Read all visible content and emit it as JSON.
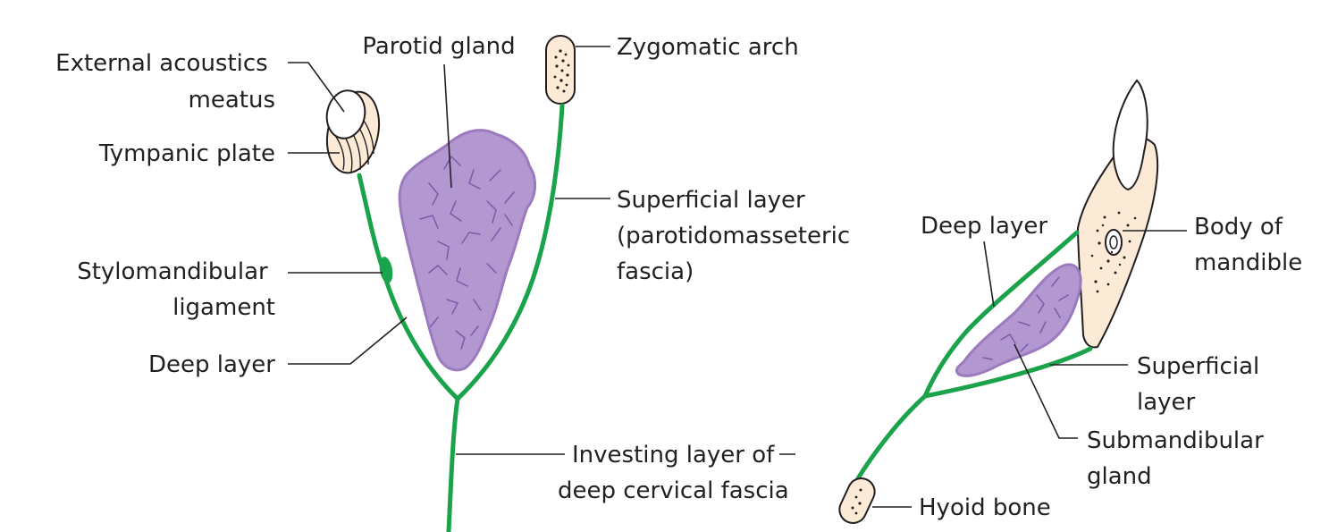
{
  "colors": {
    "fascia": "#1aa34a",
    "gland_fill": "#b397d0",
    "gland_edge": "#9b7bbd",
    "gland_lobule": "#7a5aa6",
    "bone_fill": "#fbead5",
    "leader": "#231f20"
  },
  "labels": {
    "external_acoustics_meatus": [
      "External acoustics",
      "meatus"
    ],
    "tympanic_plate": "Tympanic plate",
    "stylomandibular_ligament": [
      "Stylomandibular",
      "ligament"
    ],
    "deep_layer_left": "Deep layer",
    "parotid_gland": "Parotid gland",
    "zygomatic_arch": "Zygomatic arch",
    "superficial_layer_left": [
      "Superficial layer",
      "(parotidomasseteric",
      "fascia)"
    ],
    "investing_layer": [
      "Investing layer of",
      "deep cervical fascia"
    ],
    "deep_layer_right": "Deep layer",
    "body_of_mandible": [
      "Body of",
      "mandible"
    ],
    "superficial_layer_right": [
      "Superficial",
      "layer"
    ],
    "submandibular_gland": [
      "Submandibular",
      "gland"
    ],
    "hyoid_bone": "Hyoid bone"
  }
}
